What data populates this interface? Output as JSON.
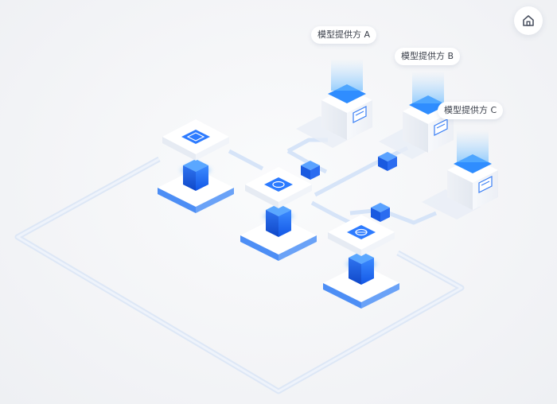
{
  "providers": [
    {
      "label": "模型提供方 A"
    },
    {
      "label": "模型提供方 B"
    },
    {
      "label": "模型提供方 C"
    }
  ],
  "icons": {
    "home": "home-icon",
    "server_a": "document-icon",
    "server_b": "database-icon",
    "server_c": "globe-icon",
    "provider_screen": "screen-icon"
  },
  "colors": {
    "accent": "#1f6fff",
    "accent_light": "#5aa8ff",
    "path": "#dbe6f7",
    "node_white": "#ffffff",
    "background": "#f4f5f7"
  }
}
